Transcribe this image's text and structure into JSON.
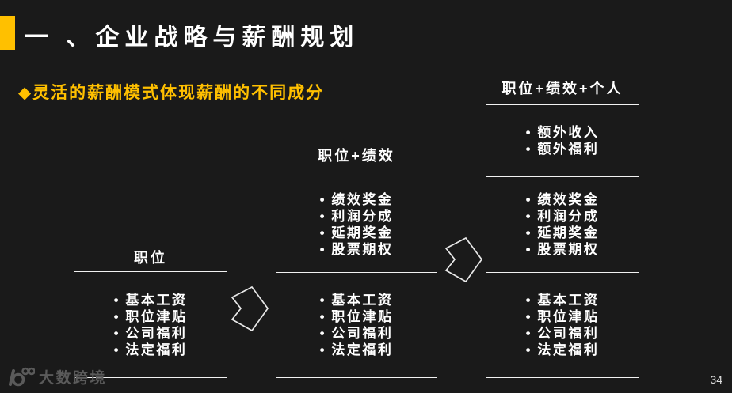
{
  "slide": {
    "title": "一 、企业战略与薪酬规划",
    "subtitle": "◆灵活的薪酬模式体现薪酬的不同成分",
    "page_number": "34",
    "footer_logo_text": "大数跨境"
  },
  "colors": {
    "background": "#1a1a1a",
    "accent_yellow": "#FFC000",
    "text_white": "#ffffff",
    "box_border": "#f2f2f2",
    "watermark_gray": "#5a5a5a"
  },
  "icons": {
    "title_marker": "yellow-square",
    "subtitle_marker": "diamond",
    "between_columns": "chevron-right-arrow",
    "footer": "logo-100-icon"
  },
  "diagram": {
    "columns": [
      {
        "label": "职位",
        "sections": [
          {
            "items": [
              "基本工资",
              "职位津贴",
              "公司福利",
              "法定福利"
            ]
          }
        ]
      },
      {
        "label": "职位+绩效",
        "sections": [
          {
            "items": [
              "绩效奖金",
              "利润分成",
              "延期奖金",
              "股票期权"
            ]
          },
          {
            "items": [
              "基本工资",
              "职位津贴",
              "公司福利",
              "法定福利"
            ]
          }
        ]
      },
      {
        "label": "职位+绩效+个人",
        "sections": [
          {
            "items": [
              "额外收入",
              "额外福利"
            ]
          },
          {
            "items": [
              "绩效奖金",
              "利润分成",
              "延期奖金",
              "股票期权"
            ]
          },
          {
            "items": [
              "基本工资",
              "职位津贴",
              "公司福利",
              "法定福利"
            ]
          }
        ]
      }
    ]
  }
}
